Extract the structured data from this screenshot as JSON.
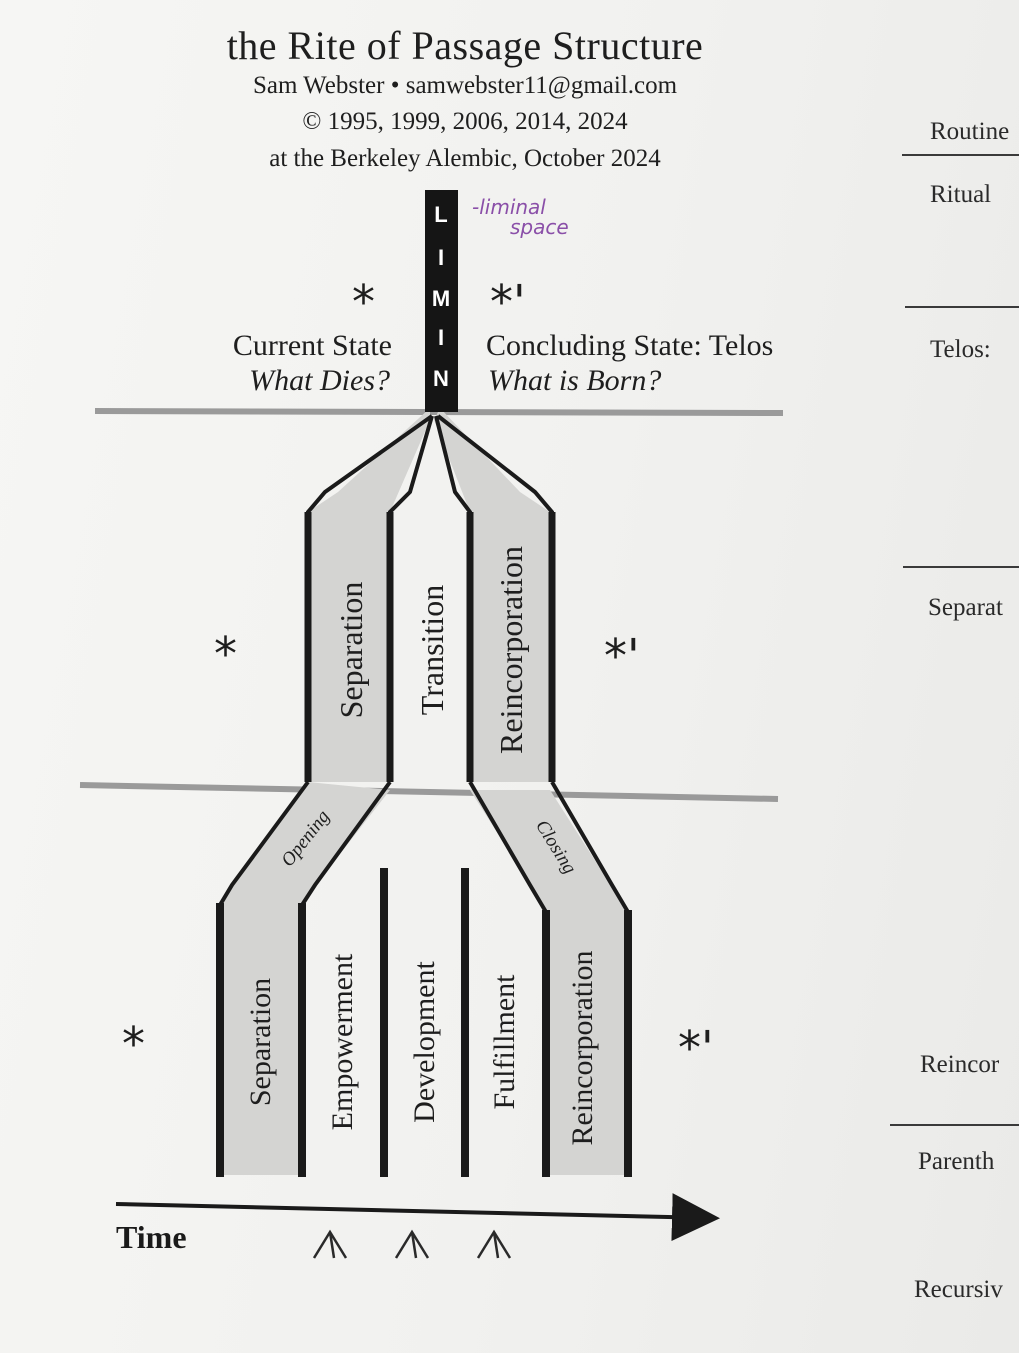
{
  "header": {
    "title": "the Rite of Passage Structure",
    "author": "Sam Webster • samwebster11@gmail.com",
    "copyright": "© 1995, 1999, 2006, 2014, 2024",
    "venue": "at the Berkeley Alembic, October 2024"
  },
  "limin": {
    "letters": [
      "L",
      "I",
      "M",
      "I",
      "N"
    ],
    "handwritten_note": [
      "-liminal",
      "space"
    ]
  },
  "states": {
    "current_title": "Current State",
    "current_question": "What Dies?",
    "concluding_title": "Concluding State: Telos",
    "concluding_question": "What is Born?"
  },
  "middle_phases": [
    "Separation",
    "Transition",
    "Reincorporation"
  ],
  "connectors": {
    "opening": "Opening",
    "closing": "Closing"
  },
  "bottom_phases": [
    "Separation",
    "Empowerment",
    "Development",
    "Fulfillment",
    "Reincorporation"
  ],
  "time_label": "Time",
  "marks": {
    "star": "*",
    "star_prime": "*'",
    "up_arrow_count": 3
  },
  "right_column": [
    "Routine",
    "Ritual",
    "Telos:",
    "Separat",
    "Reincor",
    "Parenth",
    "Recursiv"
  ],
  "colors": {
    "band_fill": "#d4d4d2",
    "ink": "#1a1a1a",
    "limin_bg": "#151515",
    "handwriting": "#8a4fa8"
  }
}
